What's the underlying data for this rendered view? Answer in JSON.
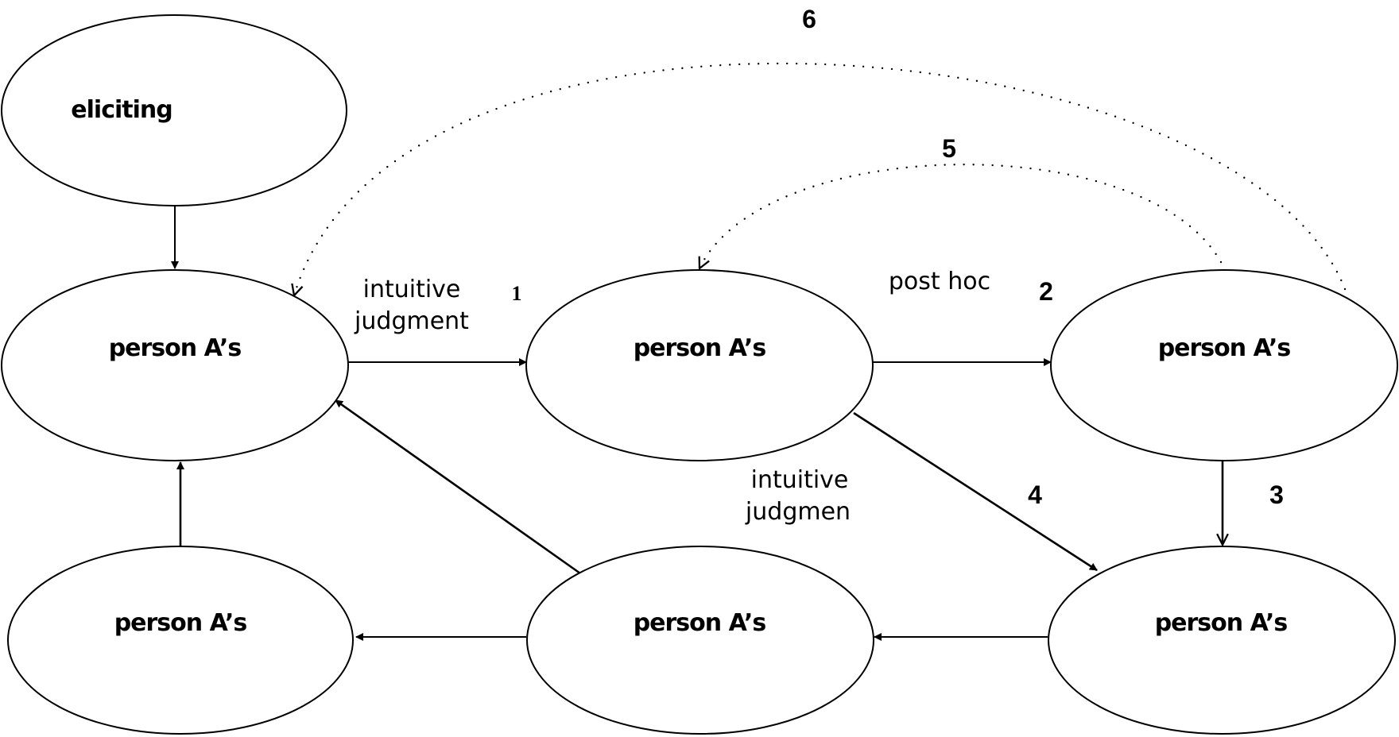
{
  "nodes": {
    "eliciting": "eliciting",
    "center_left": "person A’s",
    "center_mid": "person A’s",
    "center_right": "person A’s",
    "bottom_left": "person A’s",
    "bottom_mid": "person A’s",
    "bottom_right": "person A’s"
  },
  "edge_labels": {
    "intuitive_judgment_line1": "intuitive",
    "intuitive_judgment_line2": "judgment",
    "post_hoc": "post hoc",
    "intuitive_judgmen_line1": "intuitive",
    "intuitive_judgmen_line2": "judgmen"
  },
  "link_numbers": {
    "n1": "1",
    "n2": "2",
    "n3": "3",
    "n4": "4",
    "n5": "5",
    "n6": "6"
  }
}
